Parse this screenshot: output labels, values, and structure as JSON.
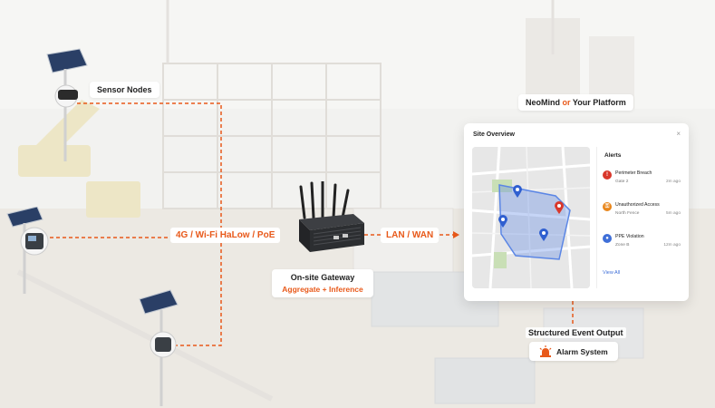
{
  "labels": {
    "sensor_nodes": "Sensor Nodes",
    "platform_brand": "NeoMind",
    "platform_or": "or",
    "platform_rest": "Your Platform",
    "link_left": "4G / Wi-Fi HaLow / PoE",
    "link_right": "LAN / WAN",
    "gateway_title": "On-site Gateway",
    "gateway_subtitle": "Aggregate + Inference",
    "output_label": "Structured Event Output",
    "alarm": "Alarm System"
  },
  "window": {
    "title": "Site Overview",
    "close": "×",
    "alerts_title": "Alerts",
    "alerts": [
      {
        "name": "Perimeter Breach",
        "location": "Gate 2",
        "time": "2m ago",
        "color": "#d9372b",
        "icon": "alert-icon"
      },
      {
        "name": "Unauthorized Access",
        "location": "North Fence",
        "time": "5m ago",
        "color": "#e8851a",
        "icon": "lock-icon"
      },
      {
        "name": "PPE Violation",
        "location": "Zone B",
        "time": "12m ago",
        "color": "#3f6fd8",
        "icon": "helmet-icon"
      }
    ],
    "view_all": "View All"
  },
  "colors": {
    "accent": "#e8591a",
    "link_blue": "#3f6fd8",
    "map_zone": "#5b86e5"
  }
}
